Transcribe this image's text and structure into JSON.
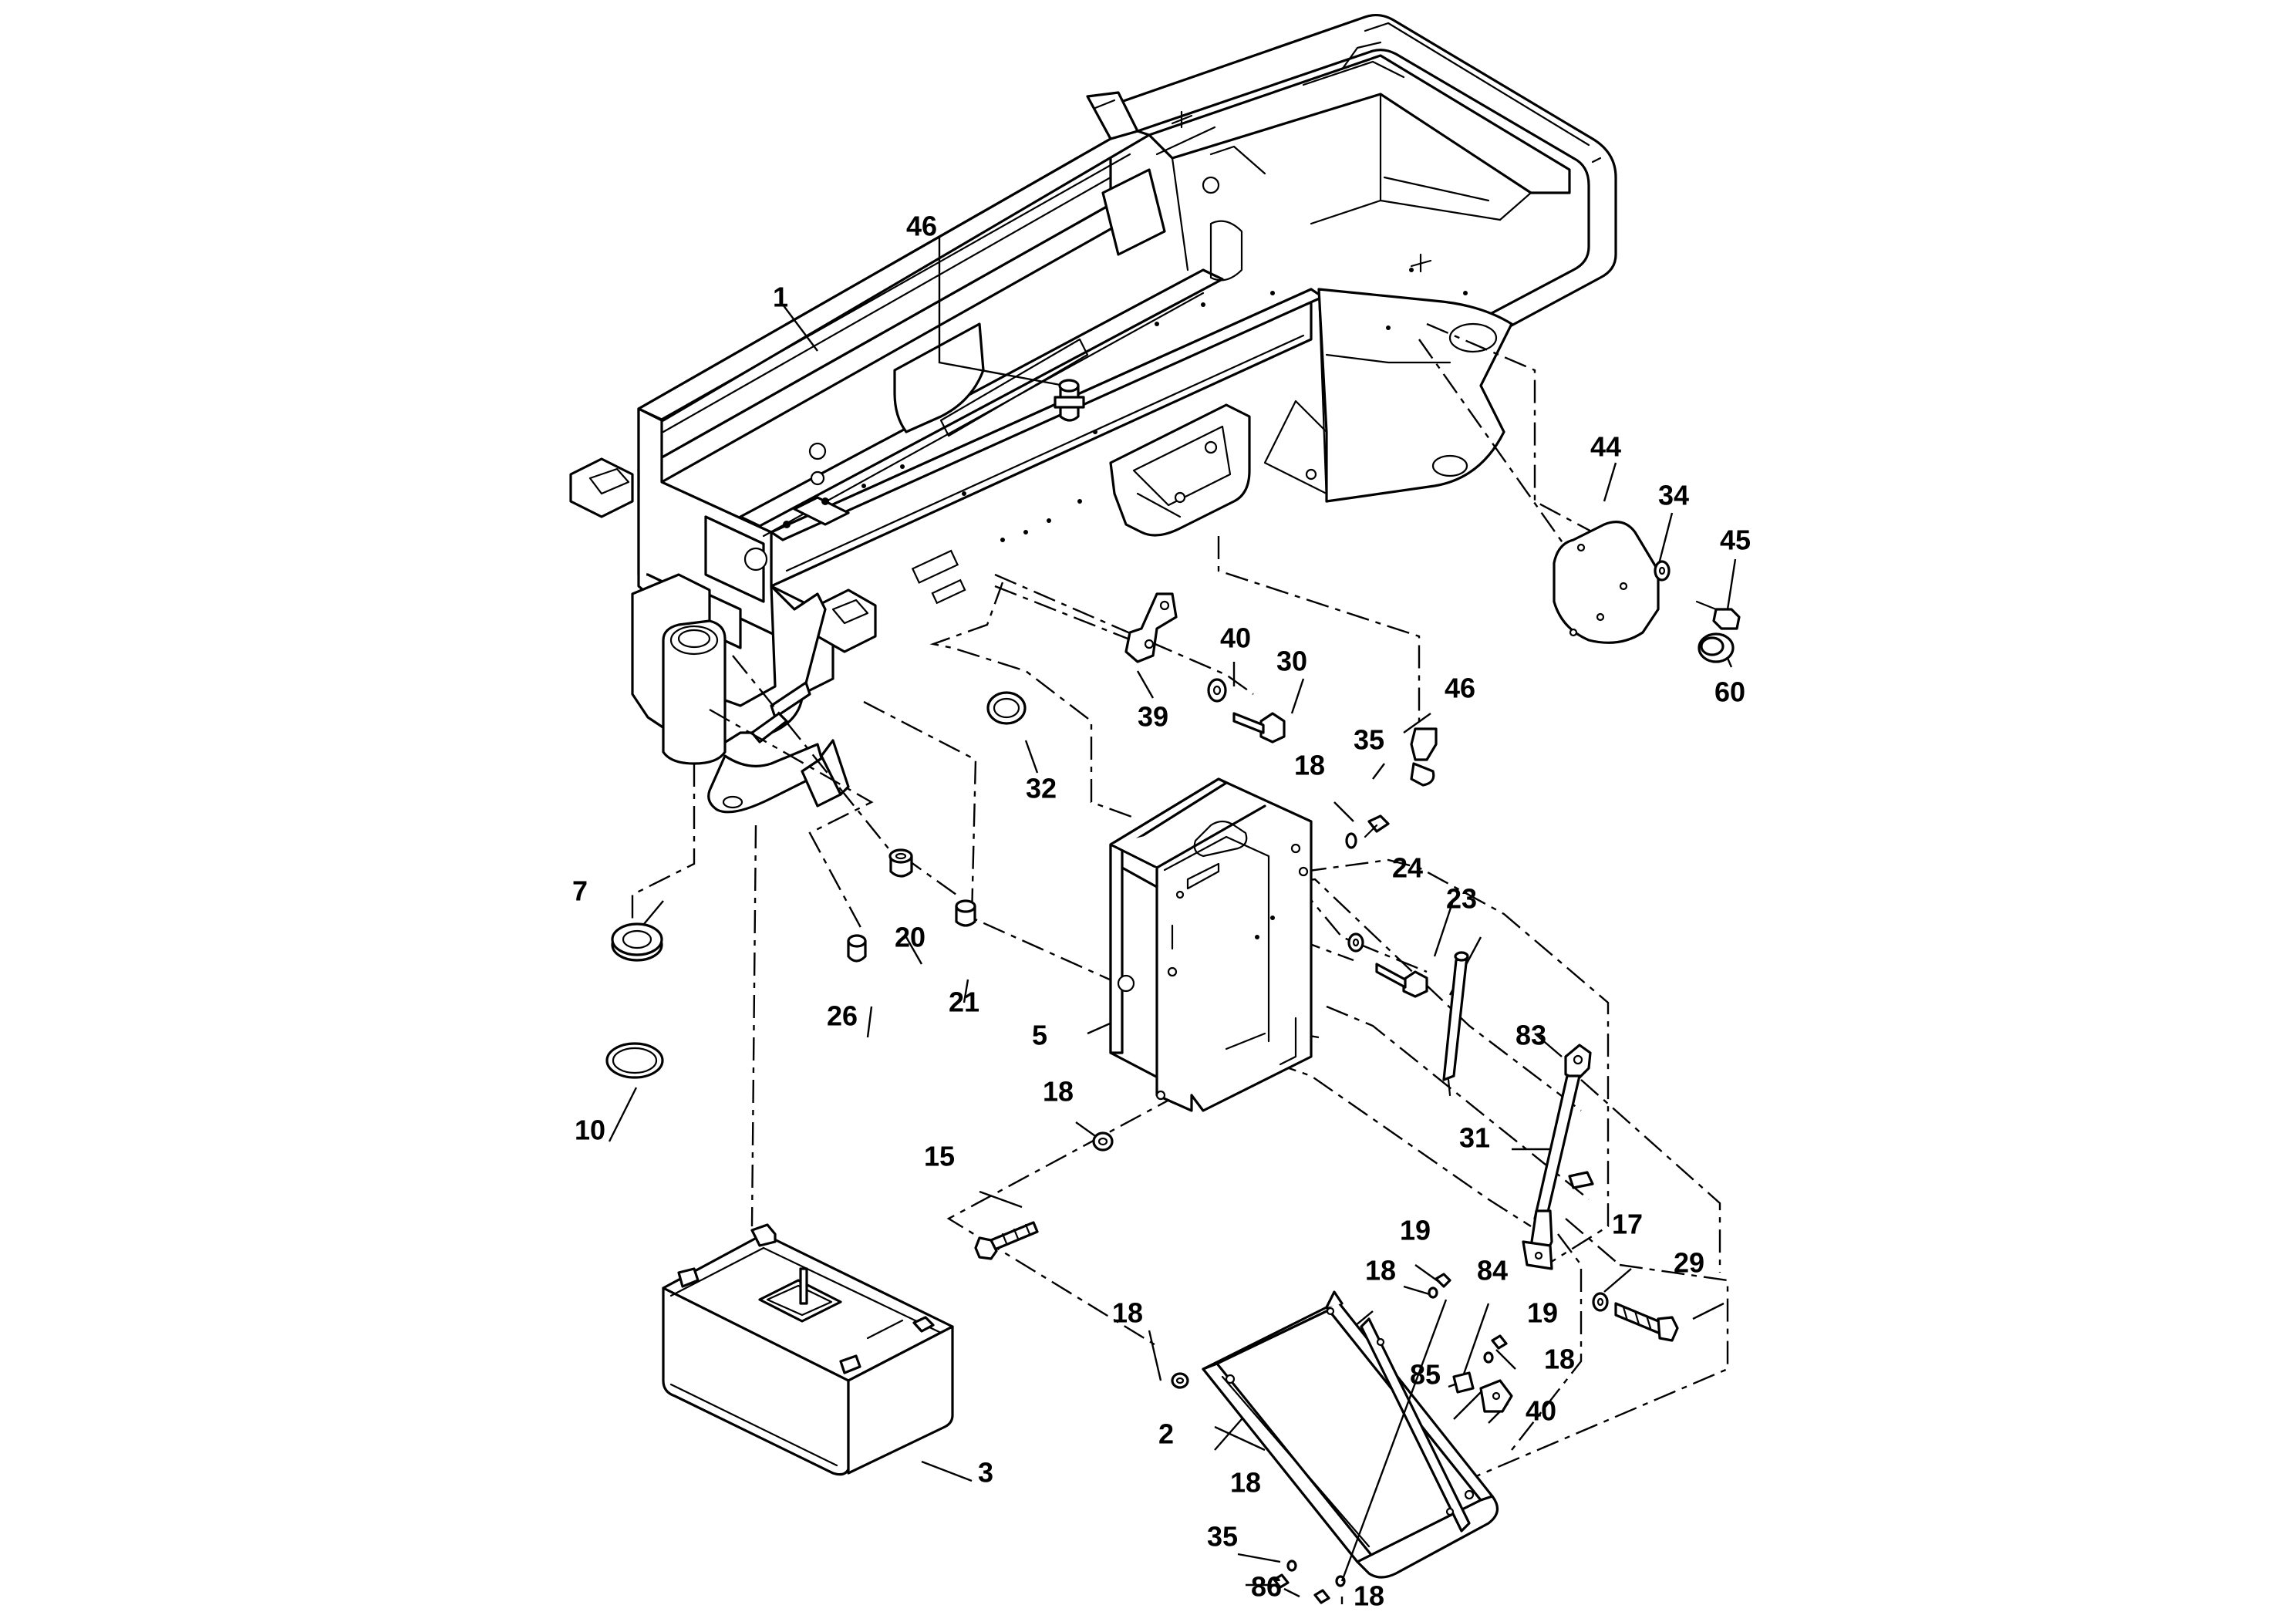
{
  "callouts": {
    "c1": "1",
    "c46a": "46",
    "c44": "44",
    "c34": "34",
    "c45": "45",
    "c60": "60",
    "c46b": "46",
    "c40a": "40",
    "c30": "30",
    "c39": "39",
    "c32": "32",
    "c18a": "18",
    "c35a": "35",
    "c24": "24",
    "c23": "23",
    "c83": "83",
    "c7": "7",
    "c10": "10",
    "c20": "20",
    "c21": "21",
    "c26": "26",
    "c5": "5",
    "c18b": "18",
    "c15": "15",
    "c31": "31",
    "c17": "17",
    "c29": "29",
    "c19a": "19",
    "c18c": "18",
    "c84": "84",
    "c19b": "19",
    "c18d": "18",
    "c85": "85",
    "c40b": "40",
    "c18e": "18",
    "c2": "2",
    "c3": "3",
    "c18f": "18",
    "c35b": "35",
    "c86": "86",
    "c18g": "18"
  }
}
